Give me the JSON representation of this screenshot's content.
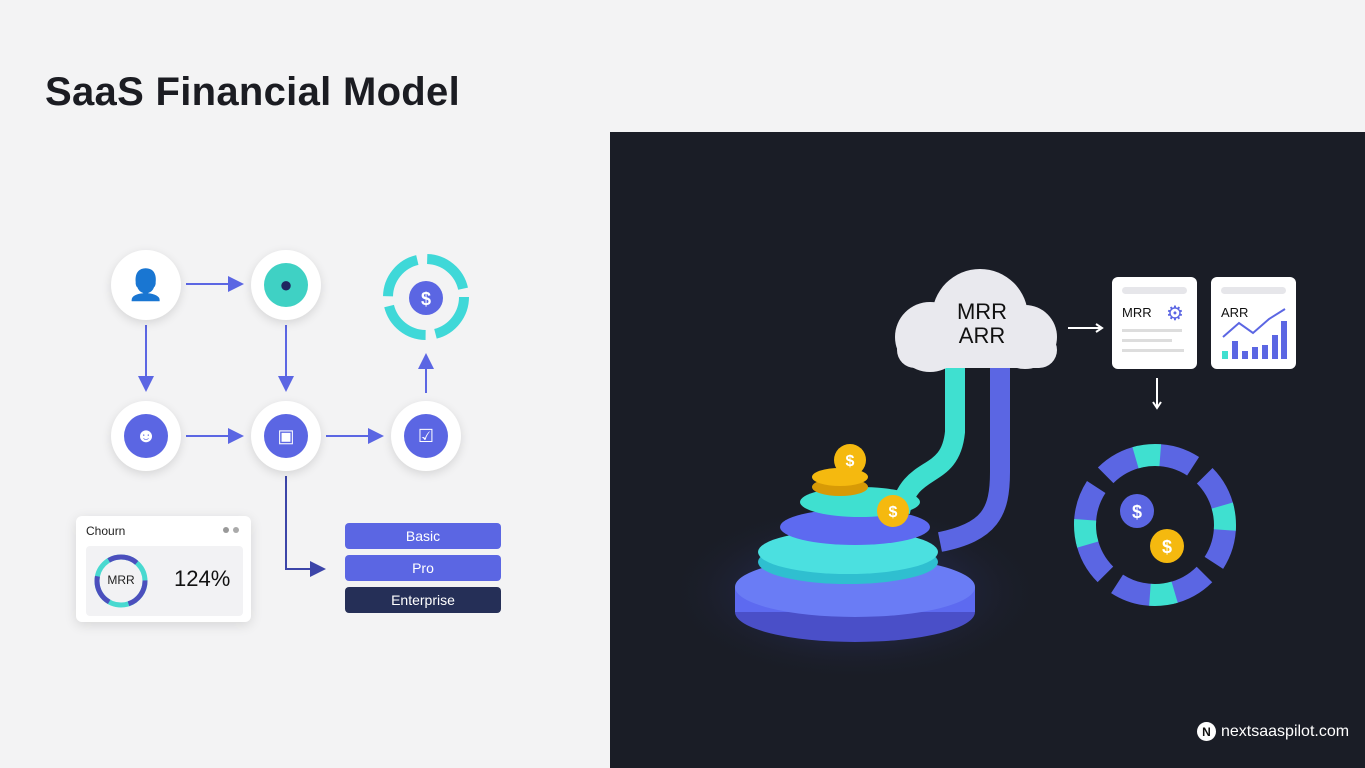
{
  "title": "SaaS Financial Model",
  "churn_card": {
    "title": "Chourn",
    "ring_label": "MRR",
    "value": "124%"
  },
  "plans": [
    {
      "label": "Basic",
      "color": "#5b66e3"
    },
    {
      "label": "Pro",
      "color": "#5b66e3"
    },
    {
      "label": "Enterprise",
      "color": "#252f57"
    }
  ],
  "cloud": {
    "line1": "MRR",
    "line2": "ARR"
  },
  "docs": [
    {
      "label": "MRR",
      "icon": "gear-icon"
    },
    {
      "label": "ARR",
      "icon": "chart-icon"
    }
  ],
  "brand": {
    "logo": "N",
    "name": "nextsaaspilot.com"
  },
  "colors": {
    "accent": "#5b66e3",
    "teal": "#3fe0d0",
    "dark_bg": "#1a1d26",
    "coin": "#f5b90f"
  }
}
